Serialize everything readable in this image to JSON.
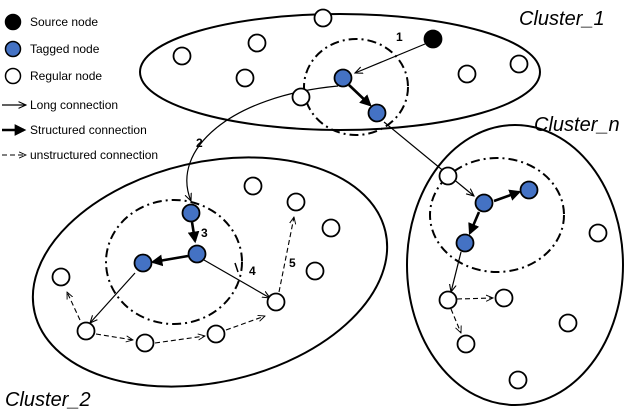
{
  "legend": {
    "source_node": "Source node",
    "tagged_node": "Tagged node",
    "regular_node": "Regular node",
    "long_connection": "Long connection",
    "structured_connection": "Structured connection",
    "unstructured_connection": "unstructured connection"
  },
  "clusters": {
    "cluster_1": "Cluster_1",
    "cluster_2": "Cluster_2",
    "cluster_n": "Cluster_n"
  },
  "step_labels": [
    "1",
    "2",
    "3",
    "4",
    "5"
  ],
  "colors": {
    "source_node": "#000000",
    "tagged_node": "#4472C4",
    "regular_node": "#ffffff",
    "stroke": "#000000"
  }
}
